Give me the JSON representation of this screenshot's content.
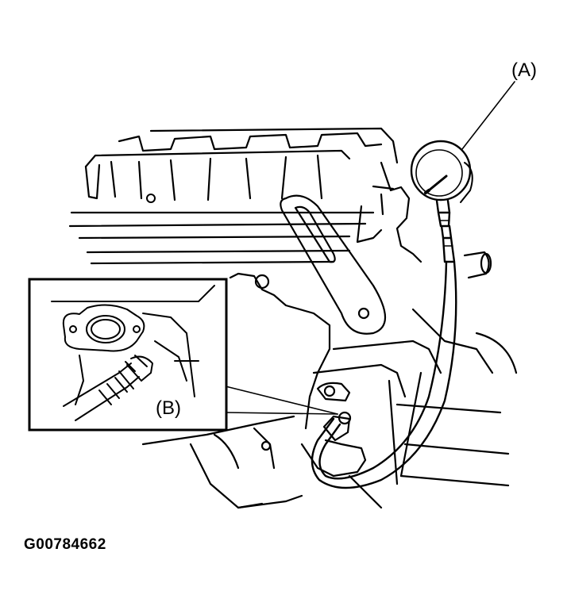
{
  "diagram": {
    "callouts": {
      "gauge": "(A)",
      "fitting": "(B)"
    },
    "figure_id": "G00784662"
  },
  "colors": {
    "line": "#000000",
    "background": "#ffffff"
  }
}
